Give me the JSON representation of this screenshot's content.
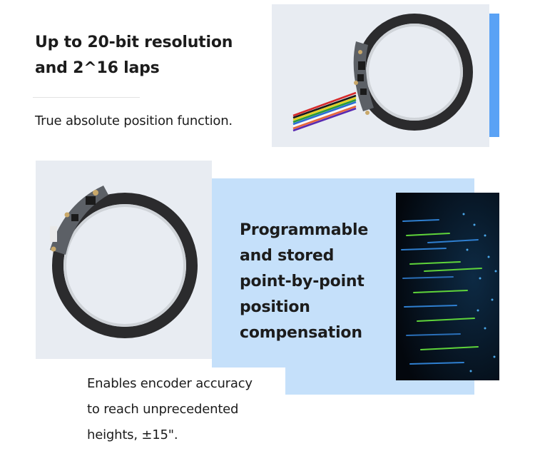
{
  "section1": {
    "heading_line1": "Up to 20-bit resolution",
    "heading_line2": "and 2^16 laps",
    "description": "True absolute position function.",
    "image": "encoder-ring-with-cable-icon",
    "wire_colors": [
      "#d62a2a",
      "#1a1a1a",
      "#e0d21e",
      "#2a9a3a",
      "#2b6fd6",
      "#f4f4f4",
      "#e8663a",
      "#5a2ab0"
    ]
  },
  "section2": {
    "heading_lines": [
      "Programmable",
      "and stored",
      "point-by-point",
      "position",
      "compensation"
    ],
    "description_lines": [
      "Enables encoder accuracy",
      "to reach unprecedented",
      "heights, ±15\"."
    ],
    "image": "encoder-ring-icon",
    "abstract_image": "particle-sphere-icon"
  },
  "colors": {
    "accent_blue": "#5aa2f5",
    "light_blue_panel": "#c5e0fa",
    "image_bg": "#e8ecf2",
    "text": "#1c1c1c",
    "ring": "#2b2b2d"
  }
}
